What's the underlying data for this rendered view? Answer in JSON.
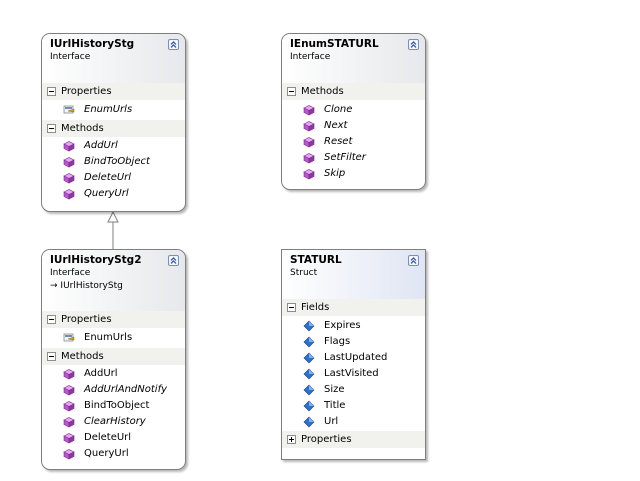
{
  "shapes": {
    "iurlhistorystg": {
      "name": "IUrlHistoryStg",
      "stereotype": "Interface",
      "properties_label": "Properties",
      "methods_label": "Methods",
      "properties": [
        {
          "name": "EnumUrls"
        }
      ],
      "methods": [
        {
          "name": "AddUrl"
        },
        {
          "name": "BindToObject"
        },
        {
          "name": "DeleteUrl"
        },
        {
          "name": "QueryUrl"
        }
      ]
    },
    "ienumstaturl": {
      "name": "IEnumSTATURL",
      "stereotype": "Interface",
      "methods_label": "Methods",
      "methods": [
        {
          "name": "Clone"
        },
        {
          "name": "Next"
        },
        {
          "name": "Reset"
        },
        {
          "name": "SetFilter"
        },
        {
          "name": "Skip"
        }
      ]
    },
    "iurlhistorystg2": {
      "name": "IUrlHistoryStg2",
      "stereotype": "Interface",
      "inherits": "IUrlHistoryStg",
      "properties_label": "Properties",
      "methods_label": "Methods",
      "properties": [
        {
          "name": "EnumUrls"
        }
      ],
      "methods": [
        {
          "name": "AddUrl"
        },
        {
          "name": "AddUrlAndNotify"
        },
        {
          "name": "BindToObject"
        },
        {
          "name": "ClearHistory"
        },
        {
          "name": "DeleteUrl"
        },
        {
          "name": "QueryUrl"
        }
      ]
    },
    "staturl": {
      "name": "STATURL",
      "stereotype": "Struct",
      "fields_label": "Fields",
      "properties_label": "Properties",
      "fields": [
        {
          "name": "Expires"
        },
        {
          "name": "Flags"
        },
        {
          "name": "LastUpdated"
        },
        {
          "name": "LastVisited"
        },
        {
          "name": "Size"
        },
        {
          "name": "Title"
        },
        {
          "name": "Url"
        }
      ]
    }
  },
  "colors": {
    "method_icon": "#b45cc8",
    "field_icon": "#2f6fd0",
    "property_icon": "#c8a040",
    "border": "#7f7f7f",
    "section_bg": "#f1f2ee"
  },
  "icons": {
    "method": "method-icon",
    "field": "field-icon",
    "property": "property-icon",
    "collapse": "chevron-up-icon",
    "section_expanded": "minus-icon",
    "section_collapsed": "plus-icon",
    "inheritance": "arrow-right-icon"
  }
}
